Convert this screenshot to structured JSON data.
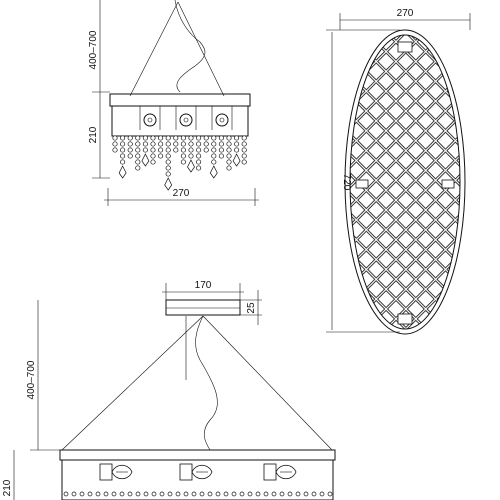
{
  "dimensions": {
    "top_left": {
      "drop_height": "400–700",
      "body_height": "210",
      "width": "270"
    },
    "top_right": {
      "width": "270",
      "length": "720"
    },
    "bottom": {
      "canopy_width": "170",
      "canopy_height": "25",
      "drop_height": "400–700",
      "body_height": "210"
    }
  }
}
